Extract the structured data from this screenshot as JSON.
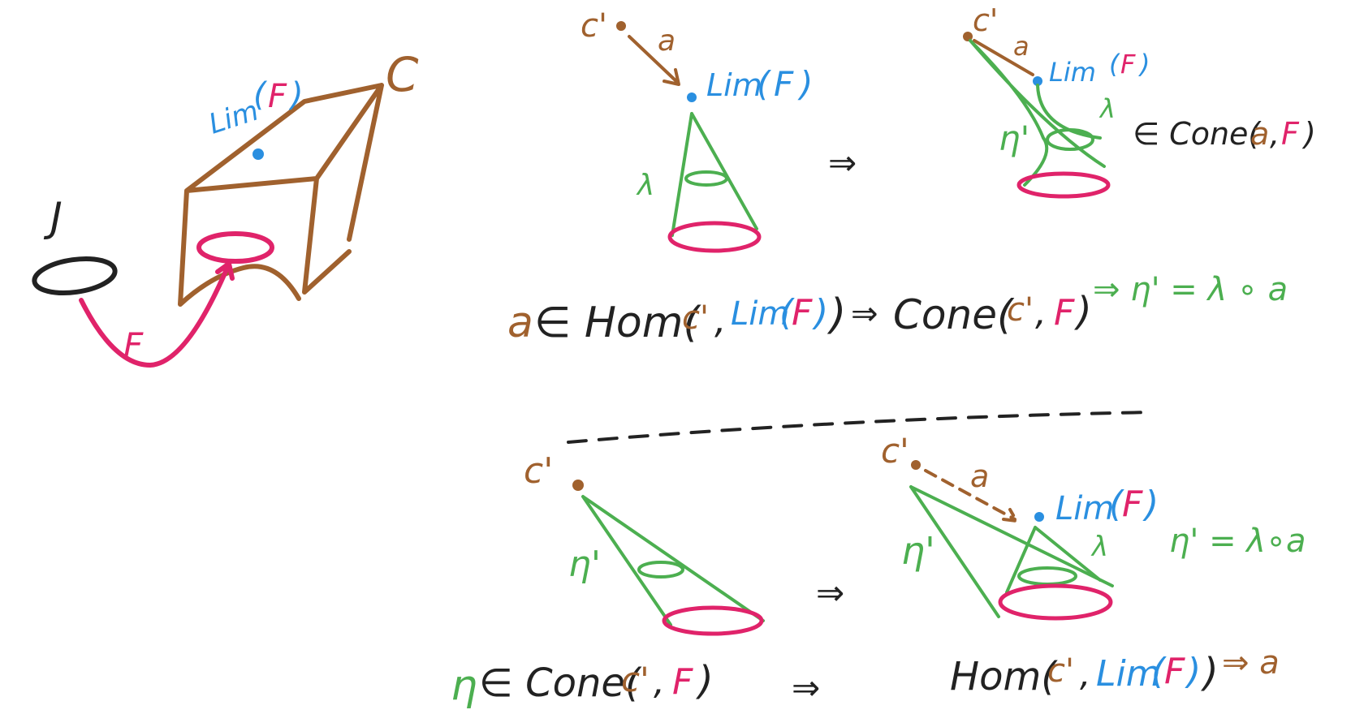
{
  "colors": {
    "brown": "#A0612E",
    "blue": "#2A8FE0",
    "pink": "#E0236A",
    "green": "#4CAF50",
    "black": "#222222"
  },
  "left_figure": {
    "category_label": "C",
    "domain_label": "J",
    "functor_label": "F",
    "limit_label_prefix": "Lim",
    "limit_label_arg": "F"
  },
  "top_middle": {
    "object_label": "c'",
    "arrow_label": "a",
    "limit_label_prefix": "Lim",
    "limit_label_arg": "F",
    "cone_label": "λ"
  },
  "top_implies": "⇒",
  "top_right": {
    "object_label": "c'",
    "arrow_label": "a",
    "limit_label_prefix": "Lim",
    "limit_label_arg": "F",
    "cone_label": "λ",
    "induced_label": "η'",
    "membership": "∈ Cone(",
    "membership_a": "a",
    "membership_comma": ",",
    "membership_F": "F",
    "membership_close": ")"
  },
  "top_formula": {
    "a": "a",
    "in_hom": "∈ Hom(",
    "c_prime": "c'",
    "comma": ",",
    "lim": "Lim",
    "lim_arg": "F",
    "close": ")",
    "implies": "⇒",
    "cone": "Cone(",
    "c_prime2": "c'",
    "comma2": ",",
    "F": "F",
    "close2": ")",
    "arrow_eq": "⇒ η' = λ ∘ a"
  },
  "bottom_left": {
    "object_label": "c'",
    "cone_label": "η'"
  },
  "bottom_implies": "⇒",
  "bottom_right": {
    "object_label": "c'",
    "arrow_label": "a",
    "limit_label_prefix": "Lim",
    "limit_label_arg": "F",
    "cone_label": "λ",
    "induced_label": "η'",
    "equation": "η' = λ∘a"
  },
  "bottom_formula": {
    "eta": "η",
    "in_cone": "∈ Cone(",
    "c_prime": "c'",
    "comma": ",",
    "F": "F",
    "close": ")",
    "implies": "⇒",
    "hom": "Hom(",
    "c_prime2": "c'",
    "comma2": ",",
    "lim": "Lim",
    "lim_arg": "F",
    "close2": ")",
    "arrow_a": "⇒ a"
  }
}
